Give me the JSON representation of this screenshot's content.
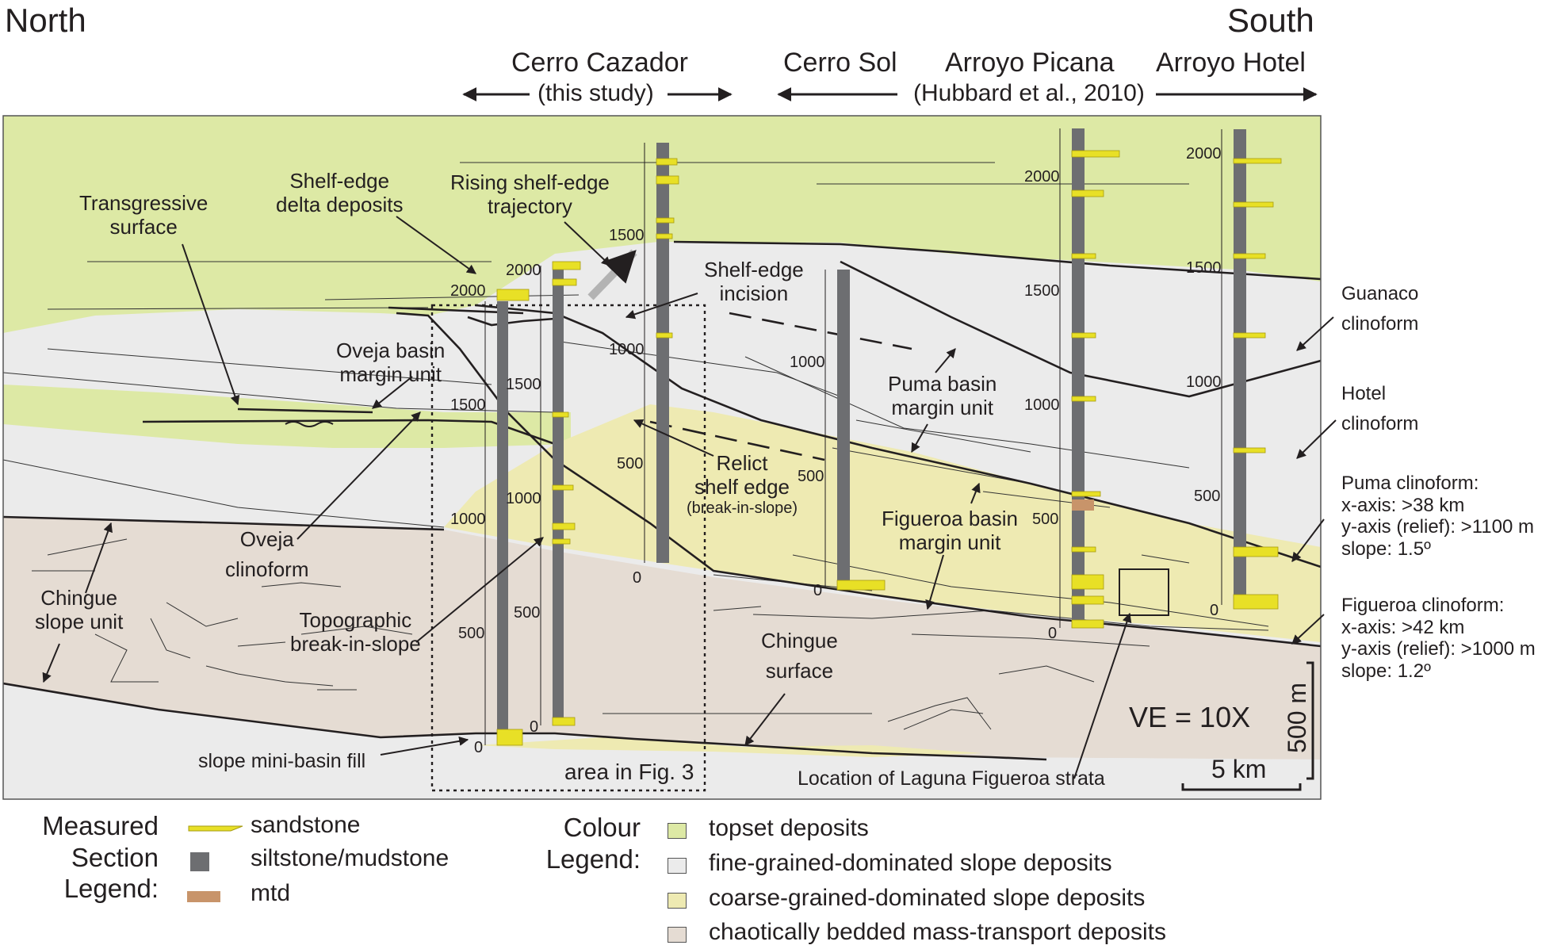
{
  "header": {
    "north": "North",
    "south": "South",
    "cerro_cazador": "Cerro Cazador",
    "this_study": "(this study)",
    "cerro_sol": "Cerro Sol",
    "arroyo_picana": "Arroyo Picana",
    "hubbard": "(Hubbard et al., 2010)",
    "arroyo_hotel": "Arroyo Hotel"
  },
  "annotations": {
    "transgressive": "Transgressive surface",
    "transgressive_1": "Transgressive",
    "transgressive_2": "surface",
    "shelf_edge_delta_1": "Shelf-edge",
    "shelf_edge_delta_2": "delta deposits",
    "rising_1": "Rising shelf-edge",
    "rising_2": "trajectory",
    "incision_1": "Shelf-edge",
    "incision_2": "incision",
    "oveja_bmu_1": "Oveja basin",
    "oveja_bmu_2": "margin unit",
    "puma_bmu_1": "Puma basin",
    "puma_bmu_2": "margin unit",
    "relict_1": "Relict",
    "relict_2": "shelf edge",
    "relict_3": "(break-in-slope)",
    "oveja_cf_1": "Oveja",
    "oveja_cf_2": "clinoform",
    "figueroa_bmu_1": "Figueroa basin",
    "figueroa_bmu_2": "margin unit",
    "chingue_slope_1": "Chingue",
    "chingue_slope_2": "slope unit",
    "topo_1": "Topographic",
    "topo_2": "break-in-slope",
    "chingue_surface_1": "Chingue",
    "chingue_surface_2": "surface",
    "mini_basin": "slope mini-basin fill",
    "area_fig3": "area in Fig. 3",
    "laguna": "Location of Laguna Figueroa strata",
    "ve": "VE = 10X",
    "scale_km": "5 km",
    "scale_m": "500 m"
  },
  "right_labels": {
    "guanaco_1": "Guanaco",
    "guanaco_2": "clinoform",
    "hotel_1": "Hotel",
    "hotel_2": "clinoform",
    "puma_1": "Puma clinoform:",
    "puma_2": "x-axis: >38 km",
    "puma_3": "y-axis (relief): >1100 m",
    "puma_4": "slope: 1.5º",
    "figueroa_1": "Figueroa clinoform:",
    "figueroa_2": "x-axis: >42 km",
    "figueroa_3": "y-axis (relief): >1000 m",
    "figueroa_4": "slope: 1.2º"
  },
  "section_ticks": {
    "s1": [
      "2000",
      "1500",
      "1000",
      "500",
      "0"
    ],
    "s2": [
      "2000",
      "1500",
      "1000",
      "500",
      "0"
    ],
    "s3": [
      "1500",
      "1000",
      "500",
      "0"
    ],
    "s4": [
      "1000",
      "500",
      "0"
    ],
    "s5": [
      "2000",
      "1500",
      "1000",
      "500",
      "0"
    ],
    "s6": [
      "2000",
      "1500",
      "1000",
      "500",
      "0"
    ]
  },
  "measured_legend": {
    "title_1": "Measured",
    "title_2": "Section",
    "title_3": "Legend:",
    "items": [
      "sandstone",
      "siltstone/mudstone",
      "mtd"
    ]
  },
  "colour_legend": {
    "title_1": "Colour",
    "title_2": "Legend:",
    "items": [
      "topset deposits",
      "fine-grained-dominated slope deposits",
      "coarse-grained-dominated slope deposits",
      "chaotically bedded mass-transport deposits"
    ]
  },
  "colors": {
    "topset": "#dde9a5",
    "fine_slope": "#ebebeb",
    "coarse_slope": "#eeeab2",
    "mtd_fill": "#e5dcd3",
    "sandstone": "#e8e026",
    "siltstone": "#6d6e71",
    "mtd": "#c8946a"
  }
}
